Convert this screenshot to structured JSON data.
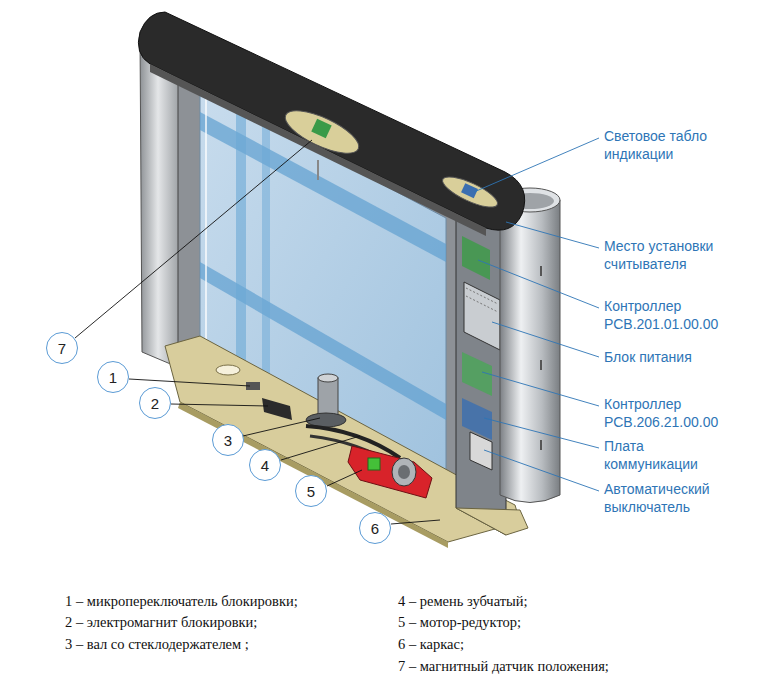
{
  "diagram": {
    "nodes": [
      {
        "text": [
          "7"
        ]
      },
      {
        "text": [
          "1"
        ]
      },
      {
        "text": [
          "2"
        ]
      },
      {
        "text": [
          "3"
        ]
      },
      {
        "text": [
          "4"
        ]
      },
      {
        "text": [
          "5"
        ]
      },
      {
        "text": [
          "6"
        ]
      }
    ],
    "labels": [
      "Световое табло индикации",
      "Место установки считывателя",
      "Контроллер РСВ.201.01.00.00",
      "Блок питания",
      "Контроллер РСВ.206.21.00.00",
      "Плата коммуникации",
      "Автоматический выключатель",
      "1 – микропереключатель блокировки;",
      "2 – электромагнит блокировки;",
      "3 – вал со стеклодержателем ;",
      "4 – ремень зубчатый;",
      "5 – мотор-редуктор;",
      "6 – каркас;",
      "7 – магнитный датчик положения;"
    ]
  }
}
